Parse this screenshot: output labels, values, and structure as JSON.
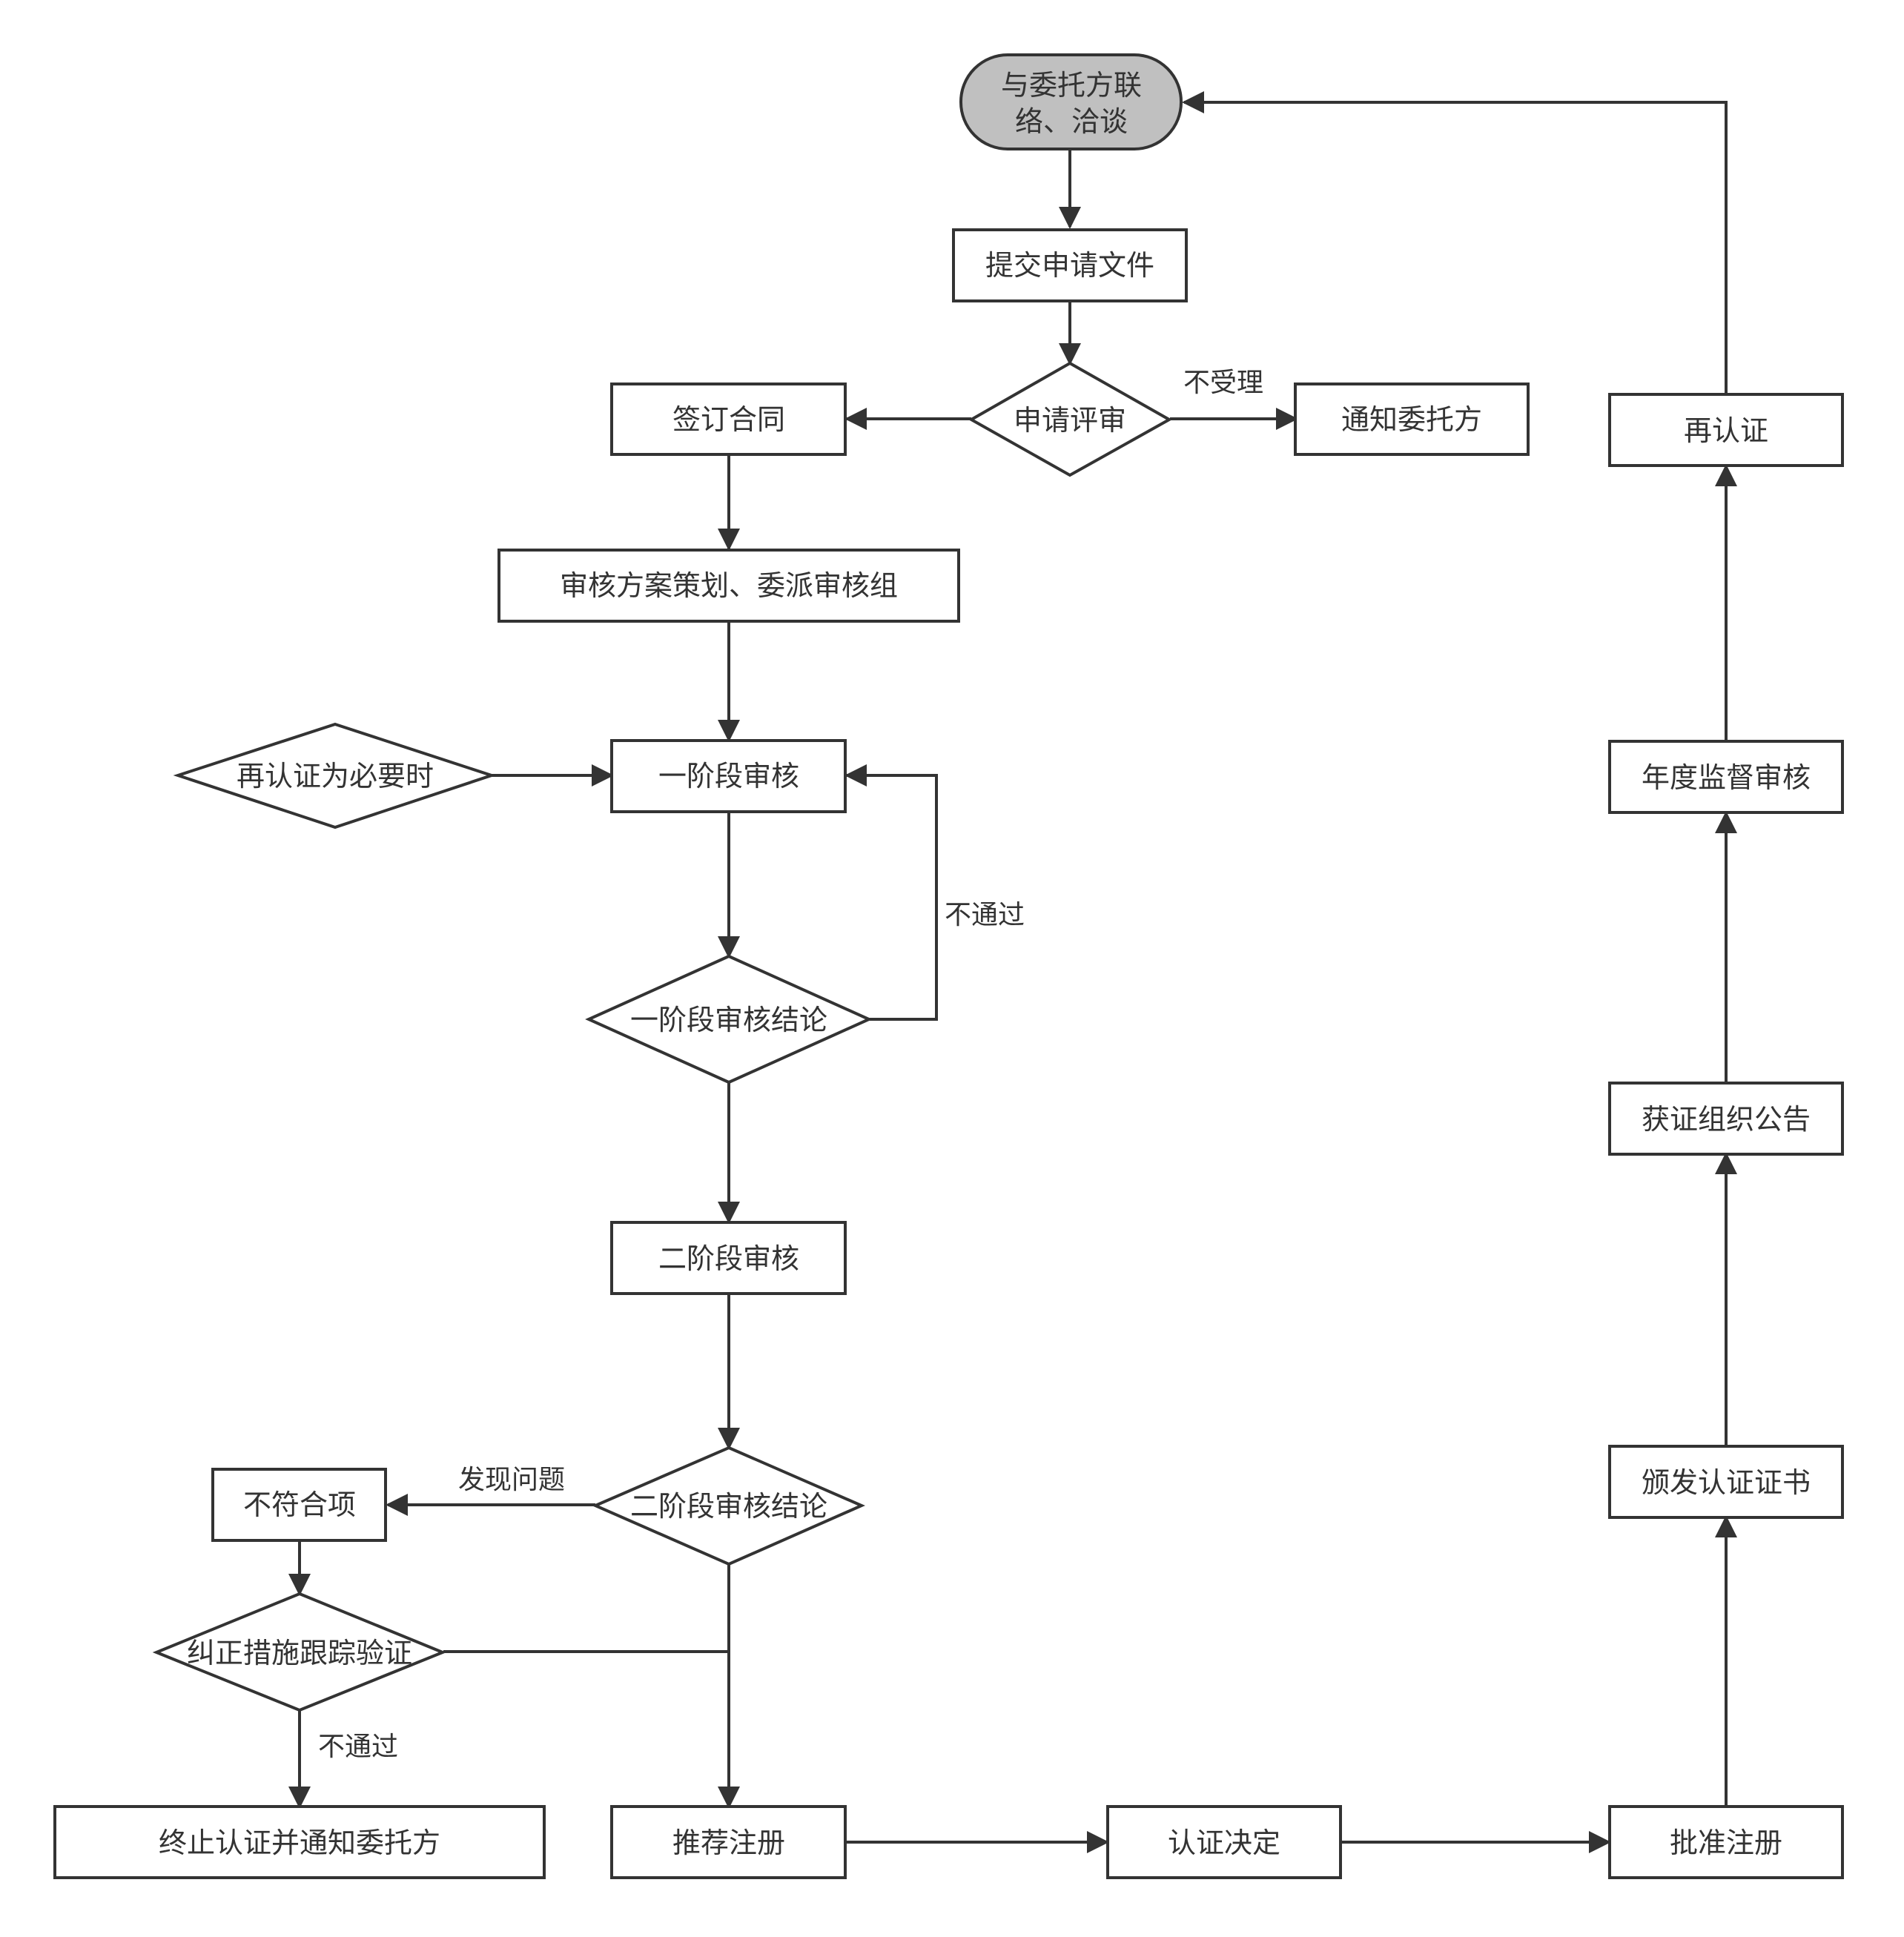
{
  "nodes": {
    "start": {
      "line1": "与委托方联",
      "line2": "络、洽谈"
    },
    "submit": "提交申请文件",
    "review": "申请评审",
    "notify": "通知委托方",
    "contract": "签订合同",
    "plan": "审核方案策划、委派审核组",
    "recert_needed": "再认证为必要时",
    "stage1": "一阶段审核",
    "stage1_result": "一阶段审核结论",
    "stage2": "二阶段审核",
    "stage2_result": "二阶段审核结论",
    "nonconform": "不符合项",
    "corrective": "纠正措施跟踪验证",
    "terminate": "终止认证并通知委托方",
    "recommend": "推荐注册",
    "decision": "认证决定",
    "approve": "批准注册",
    "issue": "颁发认证证书",
    "announce": "获证组织公告",
    "annual": "年度监督审核",
    "recert": "再认证"
  },
  "edge_labels": {
    "reject": "不受理",
    "fail1": "不通过",
    "found": "发现问题",
    "fail2": "不通过"
  },
  "colors": {
    "stroke": "#333333",
    "start_fill": "#c0c0c0",
    "fill": "#ffffff"
  }
}
